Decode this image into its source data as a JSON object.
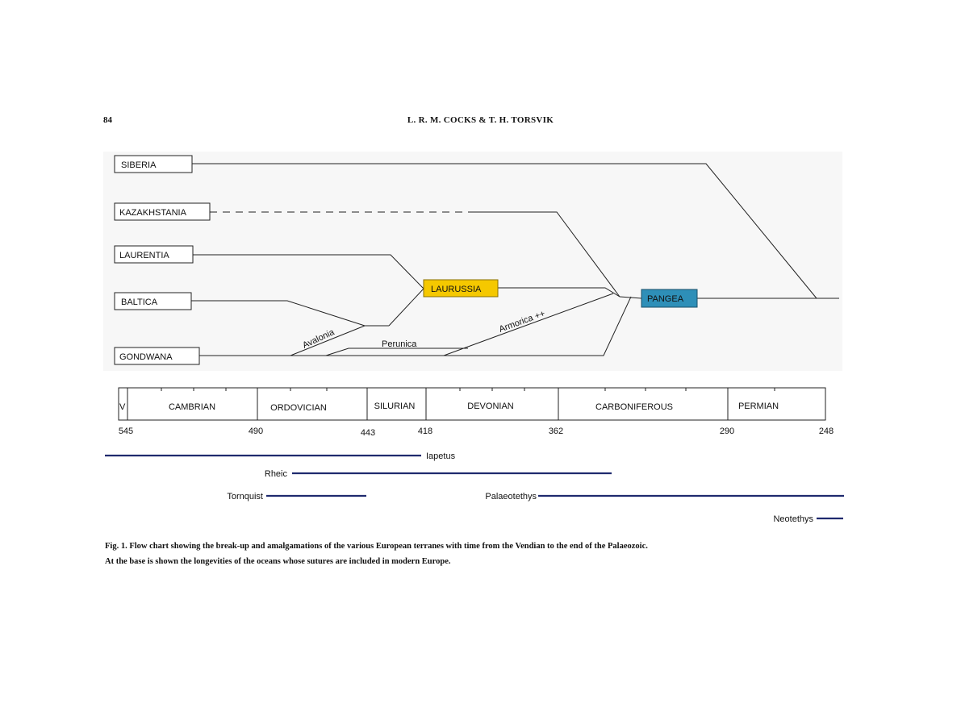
{
  "header": {
    "page_number": "84",
    "authors": "L. R. M. COCKS & T. H. TORSVIK"
  },
  "terranes": {
    "siberia": "SIBERIA",
    "kazakhstania": "KAZAKHSTANIA",
    "laurentia": "LAURENTIA",
    "baltica": "BALTICA",
    "gondwana": "GONDWANA",
    "laurussia": "LAURUSSIA",
    "pangea": "PANGEA"
  },
  "branch_labels": {
    "avalonia": "Avalonia",
    "perunica": "Perunica",
    "armorica": "Armorica ++"
  },
  "periods": [
    "V",
    "CAMBRIAN",
    "ORDOVICIAN",
    "SILURIAN",
    "DEVONIAN",
    "CARBONIFEROUS",
    "PERMIAN"
  ],
  "ages": [
    "545",
    "490",
    "443",
    "418",
    "362",
    "290",
    "248"
  ],
  "oceans": [
    "Iapetus",
    "Rheic",
    "Tornquist",
    "Palaeotethys",
    "Neotethys"
  ],
  "colors": {
    "laurussia": "#f5c800",
    "pangea": "#2e8fb8",
    "ocean_line": "#1f2a6e",
    "diagram_bg": "#f7f7f7"
  },
  "caption": {
    "line1": "Fig. 1. Flow chart showing the break-up and amalgamations of the various European terranes with time from the Vendian to the end of the Palaeozoic.",
    "line2": "At the base is shown the longevities of the oceans whose sutures are included in modern Europe."
  }
}
